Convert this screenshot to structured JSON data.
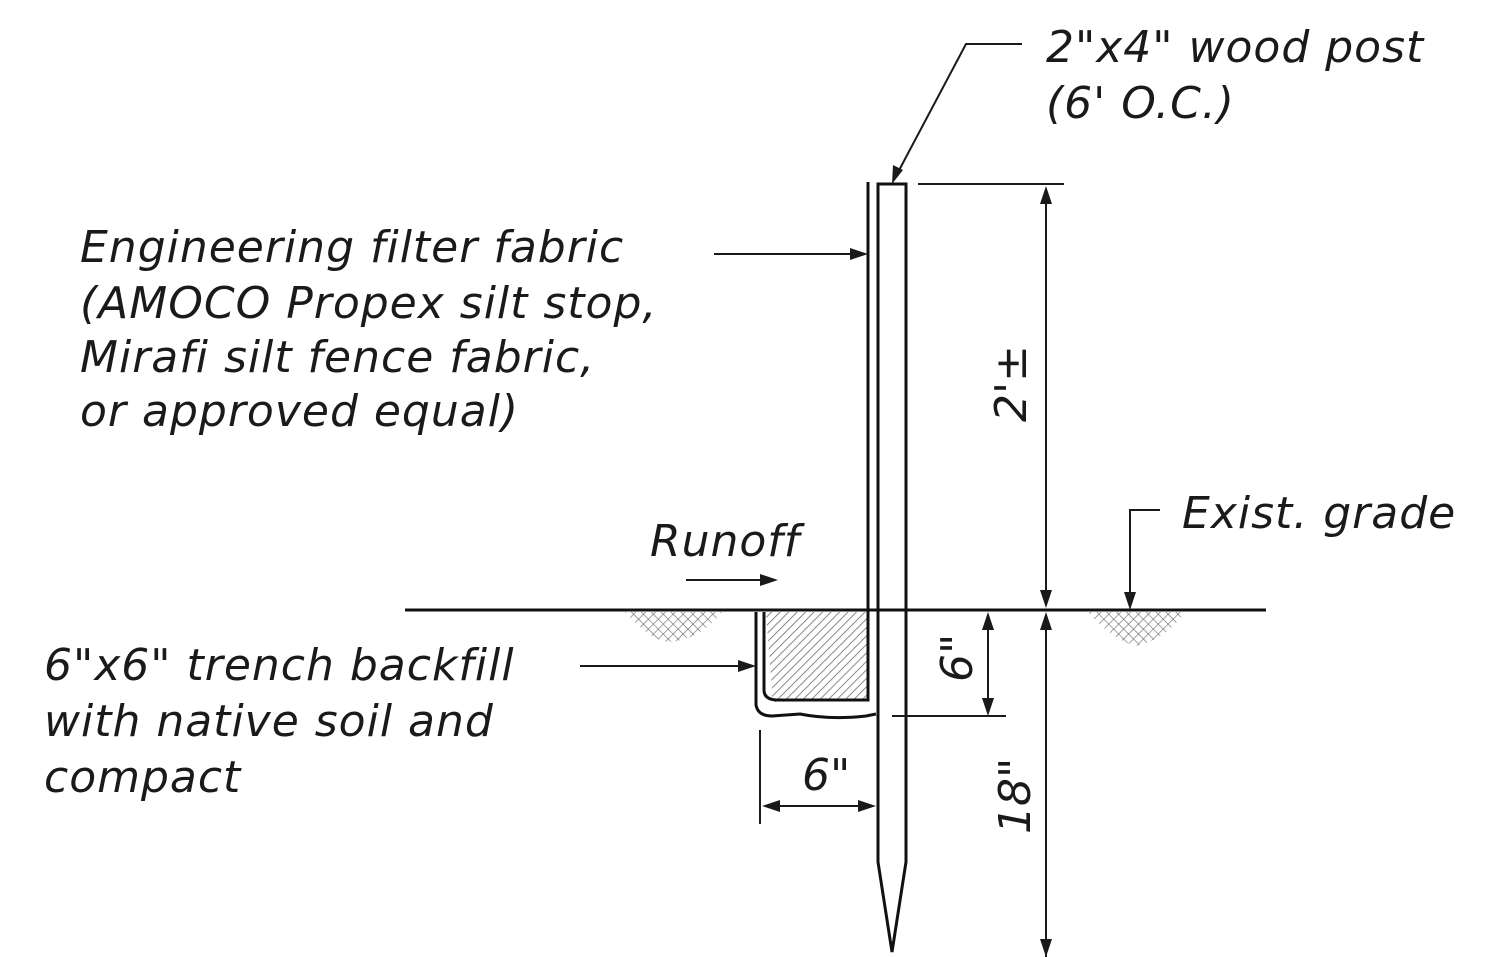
{
  "labels": {
    "post_line1": "2\"x4\" wood post",
    "post_line2": "(6' O.C.)",
    "fabric_line1": "Engineering filter fabric",
    "fabric_line2": "(AMOCO Propex silt stop,",
    "fabric_line3": "Mirafi silt fence fabric,",
    "fabric_line4": "or approved equal)",
    "runoff": "Runoff",
    "grade": "Exist. grade",
    "trench_line1": "6\"x6\" trench backfill",
    "trench_line2": "with native soil and",
    "trench_line3": "compact"
  },
  "dimensions": {
    "post_above_grade": "2'±",
    "trench_depth": "6\"",
    "trench_width": "6\"",
    "post_embedment": "18\""
  },
  "colors": {
    "linework": "#1a1a1a",
    "hatch": "#555555",
    "background": "#ffffff"
  }
}
